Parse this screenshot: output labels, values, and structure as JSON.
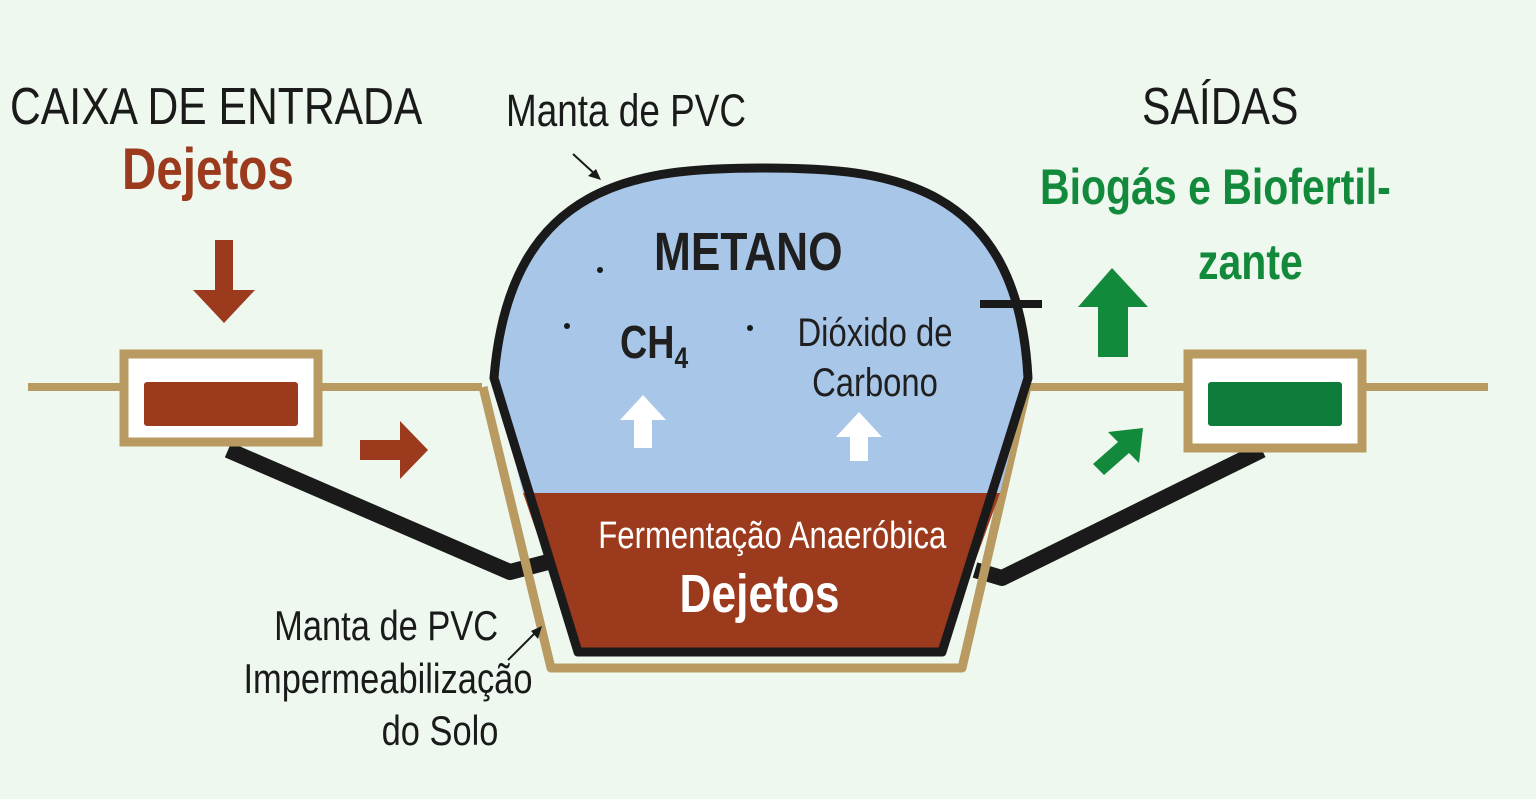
{
  "inlet": {
    "heading": "CAIXA DE ENTRADA",
    "material": "Dejetos"
  },
  "outlet": {
    "heading": "SAÍDAS",
    "products_line1": "Biogás e Biofertil-",
    "products_line2": "zante"
  },
  "digester": {
    "top_liner_label": "Manta de PVC",
    "gas_label": "METANO",
    "methane_formula": "CH",
    "methane_subscript": "4",
    "co2_line1": "Dióxido de",
    "co2_line2": "Carbono",
    "process_label": "Fermentação Anaeróbica",
    "slurry_label": "Dejetos"
  },
  "soil_liner": {
    "line1": "Manta de PVC",
    "line2": "Impermeabilização",
    "line3": "do Solo"
  },
  "colors": {
    "background": "#eef8ee",
    "slurry_brown": "#9c3a1e",
    "gas_blue": "#a8c6e8",
    "liner_tan": "#b99b62",
    "output_green": "#138a3b",
    "outline_black": "#1a1a1a"
  },
  "icons": {
    "inlet_arrow": "arrow-down-icon",
    "flow_in_arrow": "arrow-right-icon",
    "gas_rise_arrows": "arrow-up-icon",
    "outlet_arrow": "arrow-up-icon",
    "flow_out_arrow": "arrow-up-right-icon"
  }
}
